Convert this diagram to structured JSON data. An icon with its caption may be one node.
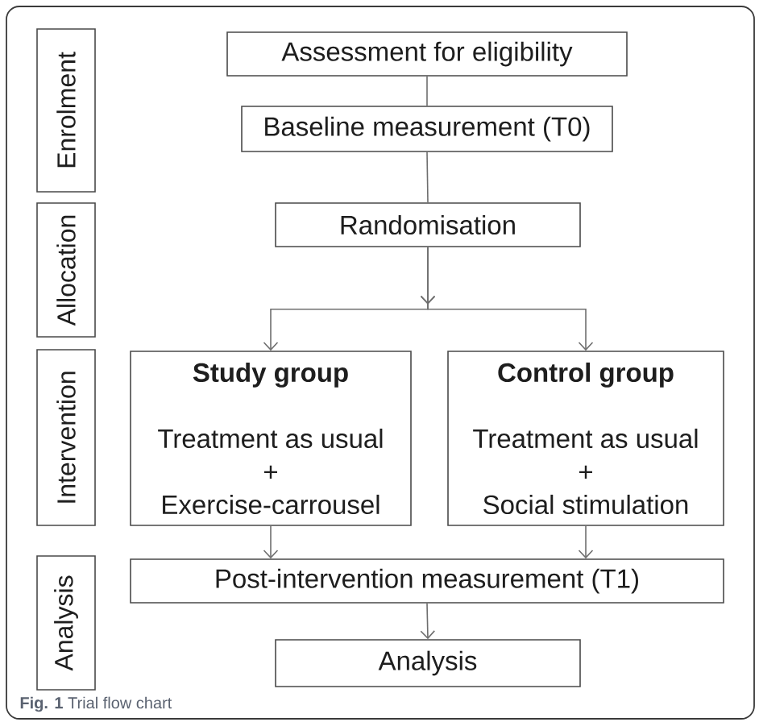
{
  "diagram": {
    "caption": "**Fig. 1** Trial flow chart",
    "nodes": [
      {
        "text": [
          "Enrolment"
        ]
      },
      {
        "text": [
          "Assessment for eligibility"
        ]
      },
      {
        "text": [
          "Baseline measurement (T0)"
        ]
      },
      {
        "text": [
          "Allocation"
        ]
      },
      {
        "text": [
          "Randomisation"
        ]
      },
      {
        "text": [
          "Intervention"
        ]
      },
      {
        "text": [
          "Study group",
          "Treatment as usual",
          "+",
          "Exercise-carrousel"
        ]
      },
      {
        "text": [
          "Control group",
          "Treatment as usual",
          "+",
          "Social stimulation"
        ]
      },
      {
        "text": [
          "Analysis"
        ]
      },
      {
        "text": [
          "Post-intervention measurement (T1)"
        ]
      },
      {
        "text": [
          "Analysis"
        ]
      }
    ],
    "edges": [
      {
        "from": 1,
        "to": 2,
        "arrow": "none"
      },
      {
        "from": 2,
        "to": 4,
        "arrow": "none"
      },
      {
        "from": 4,
        "to": 6,
        "arrow": "to"
      },
      {
        "from": 4,
        "to": 7,
        "arrow": "to"
      },
      {
        "from": 6,
        "to": 9,
        "arrow": "to"
      },
      {
        "from": 7,
        "to": 9,
        "arrow": "to"
      },
      {
        "from": 9,
        "to": 10,
        "arrow": "to"
      }
    ]
  }
}
